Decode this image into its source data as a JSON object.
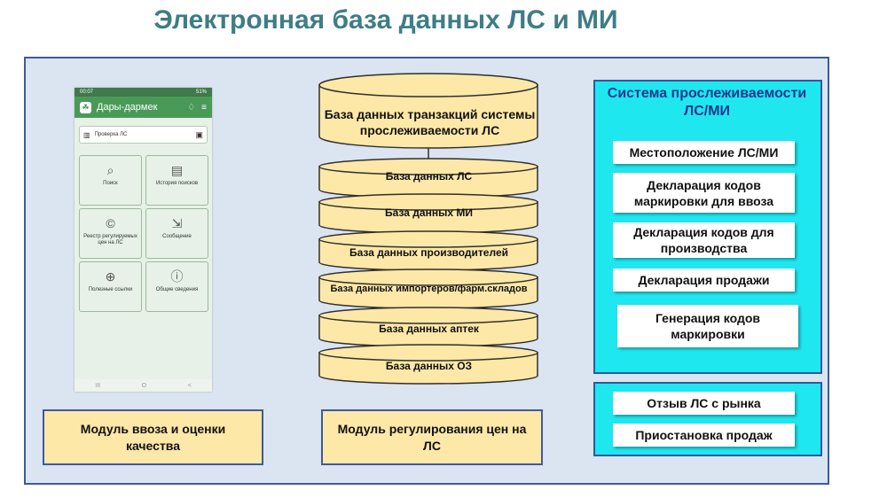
{
  "title": "Электронная база данных ЛС и МИ",
  "phone": {
    "status_time": "00:07",
    "status_right": "51%",
    "app_name": "Дары-дармек",
    "check_label": "Проверка ЛС",
    "tiles": [
      {
        "icon": "search-icon",
        "glyph": "⌕",
        "label": "Поиск"
      },
      {
        "icon": "history-icon",
        "glyph": "▤",
        "label": "История поисков"
      },
      {
        "icon": "registry-icon",
        "glyph": "©",
        "label": "Реестр регулируемых цен на ЛС"
      },
      {
        "icon": "message-icon",
        "glyph": "⇲",
        "label": "Сообщение"
      },
      {
        "icon": "globe-icon",
        "glyph": "⊕",
        "label": "Полезные ссылки"
      },
      {
        "icon": "info-icon",
        "glyph": "ⓘ",
        "label": "Общие сведения"
      }
    ],
    "nav": [
      "III",
      "O",
      "<"
    ]
  },
  "modules": {
    "import": "Модуль ввоза и оценки качества",
    "prices": "Модуль регулирования цен на ЛС"
  },
  "database": {
    "top": "База данных транзакций системы прослеживаемости ЛС",
    "layers": [
      "База данных ЛС",
      "База данных МИ",
      "База данных производителей",
      "База данных импортеров/фарм.складов",
      "База данных аптек",
      "База данных ОЗ"
    ]
  },
  "tracking": {
    "title": "Система прослеживаемости ЛС/МИ",
    "items": [
      "Местоположение ЛС/МИ",
      "Декларация кодов маркировки для ввоза",
      "Декларация кодов для производства",
      "Декларация продажи",
      "Генерация кодов маркировки"
    ]
  },
  "actions": [
    "Отзыв ЛС с рынка",
    "Приостановка продаж"
  ],
  "colors": {
    "frame_bg": "#dbe4f1",
    "frame_border": "#3e5a9c",
    "yellow": "#fde8a8",
    "cyan": "#1fe7f0",
    "title": "#3e7d86"
  }
}
